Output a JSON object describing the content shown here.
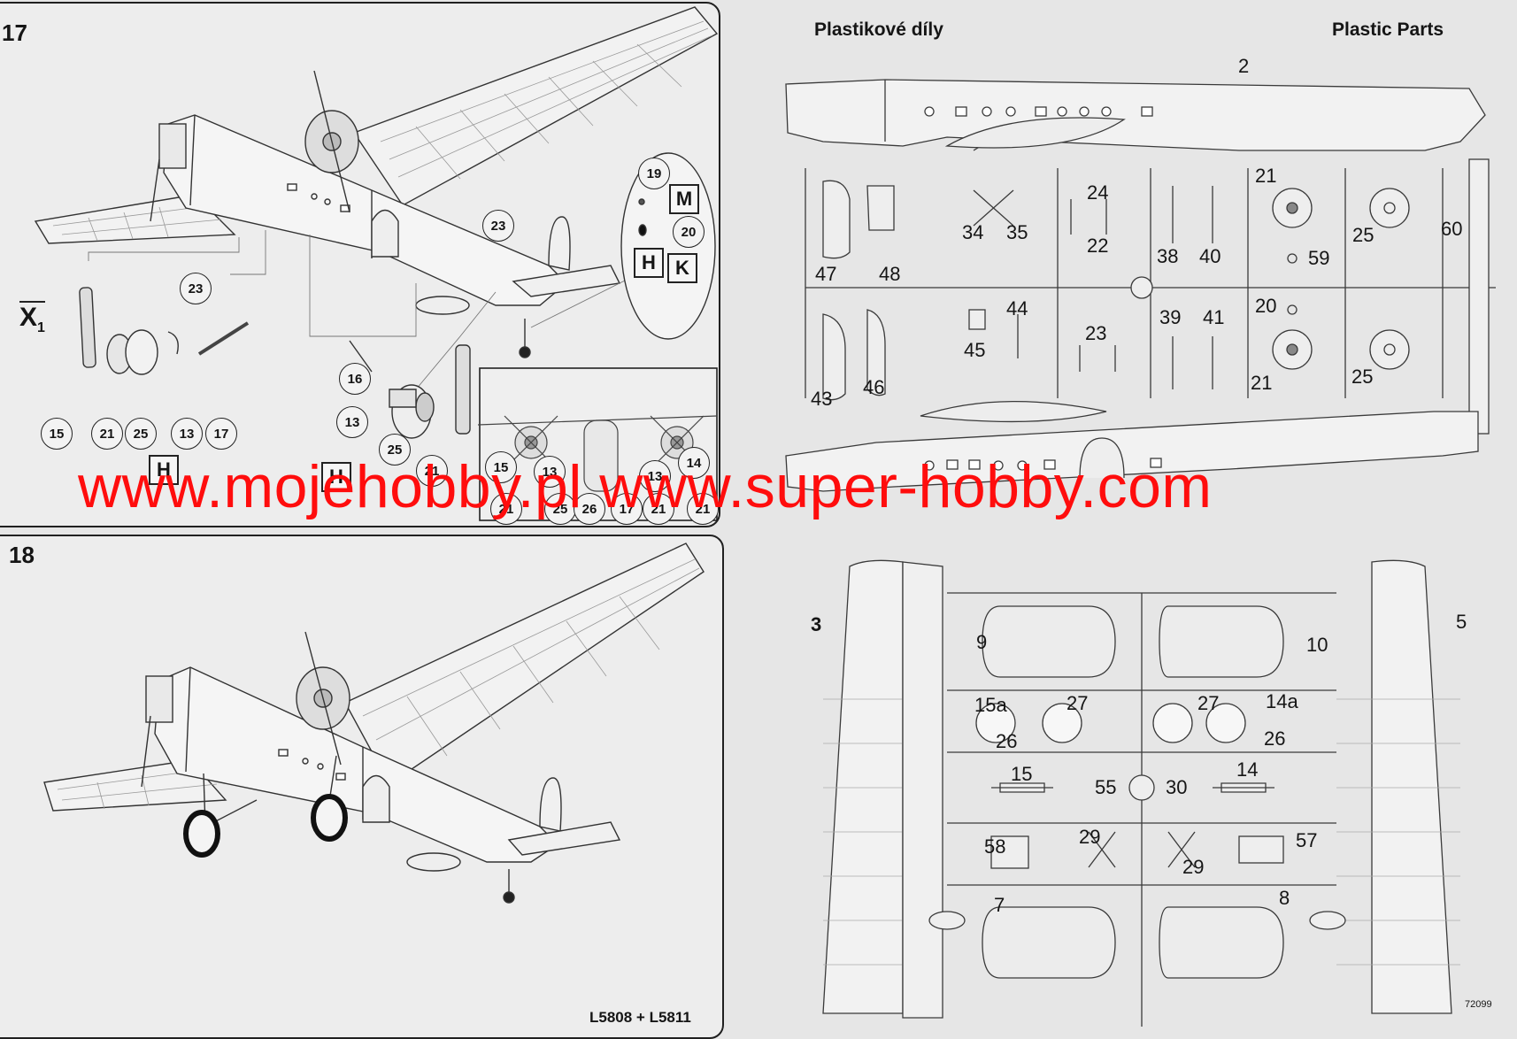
{
  "steps": {
    "step17": {
      "number": "17",
      "callouts": [
        "23",
        "23",
        "15",
        "21",
        "25",
        "13",
        "17",
        "16",
        "13",
        "25",
        "21",
        "15",
        "13",
        "13",
        "14",
        "21",
        "25",
        "26",
        "17",
        "21",
        "21"
      ],
      "detail_callouts": [
        "19",
        "20"
      ],
      "boxes": [
        "M",
        "H",
        "K",
        "H",
        "H"
      ],
      "axis_label": "X",
      "axis_subscript": "1"
    },
    "step18": {
      "number": "18",
      "kit_code": "L5808 + L5811"
    }
  },
  "parts_sheet": {
    "heading_cz": "Plastikové díly",
    "heading_en": "Plastic Parts",
    "sprue_top": {
      "label": "2",
      "part_numbers": [
        "24",
        "21",
        "34",
        "35",
        "22",
        "38",
        "40",
        "59",
        "25",
        "60",
        "47",
        "48",
        "44",
        "39",
        "41",
        "20",
        "45",
        "23",
        "21",
        "25",
        "43",
        "46"
      ]
    },
    "sprue_bottom": {
      "label": "3",
      "label_right": "5",
      "part_numbers": [
        "9",
        "10",
        "15a",
        "27",
        "27",
        "14a",
        "26",
        "26",
        "15",
        "55",
        "30",
        "14",
        "58",
        "29",
        "29",
        "57",
        "7",
        "8"
      ],
      "sheet_code": "72099"
    }
  },
  "watermark": {
    "text": "www.mojehobby.pl www.super-hobby.com",
    "color": "#ff0d0d"
  }
}
